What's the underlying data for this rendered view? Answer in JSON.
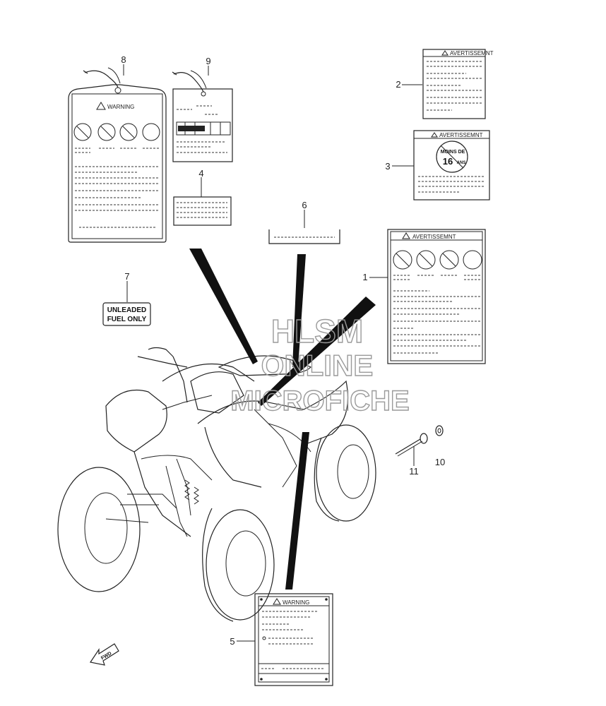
{
  "callouts": [
    "1",
    "2",
    "3",
    "4",
    "5",
    "6",
    "7",
    "8",
    "9",
    "10",
    "11"
  ],
  "labels": {
    "label1_header": "AVERTISSEMNT",
    "label2_header": "AVERTISSEMNT",
    "label3_header": "AVERTISSEMNT",
    "label3_badge_top": "MOINS DE",
    "label3_badge_num": "16",
    "label3_badge_unit": "ANS",
    "label5_header": "WARNING",
    "label8_header": "WARNING",
    "label7_line1": "UNLEADED",
    "label7_line2": "FUEL ONLY"
  },
  "watermark": {
    "line1": "HLSM",
    "line2": "ONLINE",
    "line3": "MICROFICHE"
  },
  "fwd_arrow_text": "FWD"
}
